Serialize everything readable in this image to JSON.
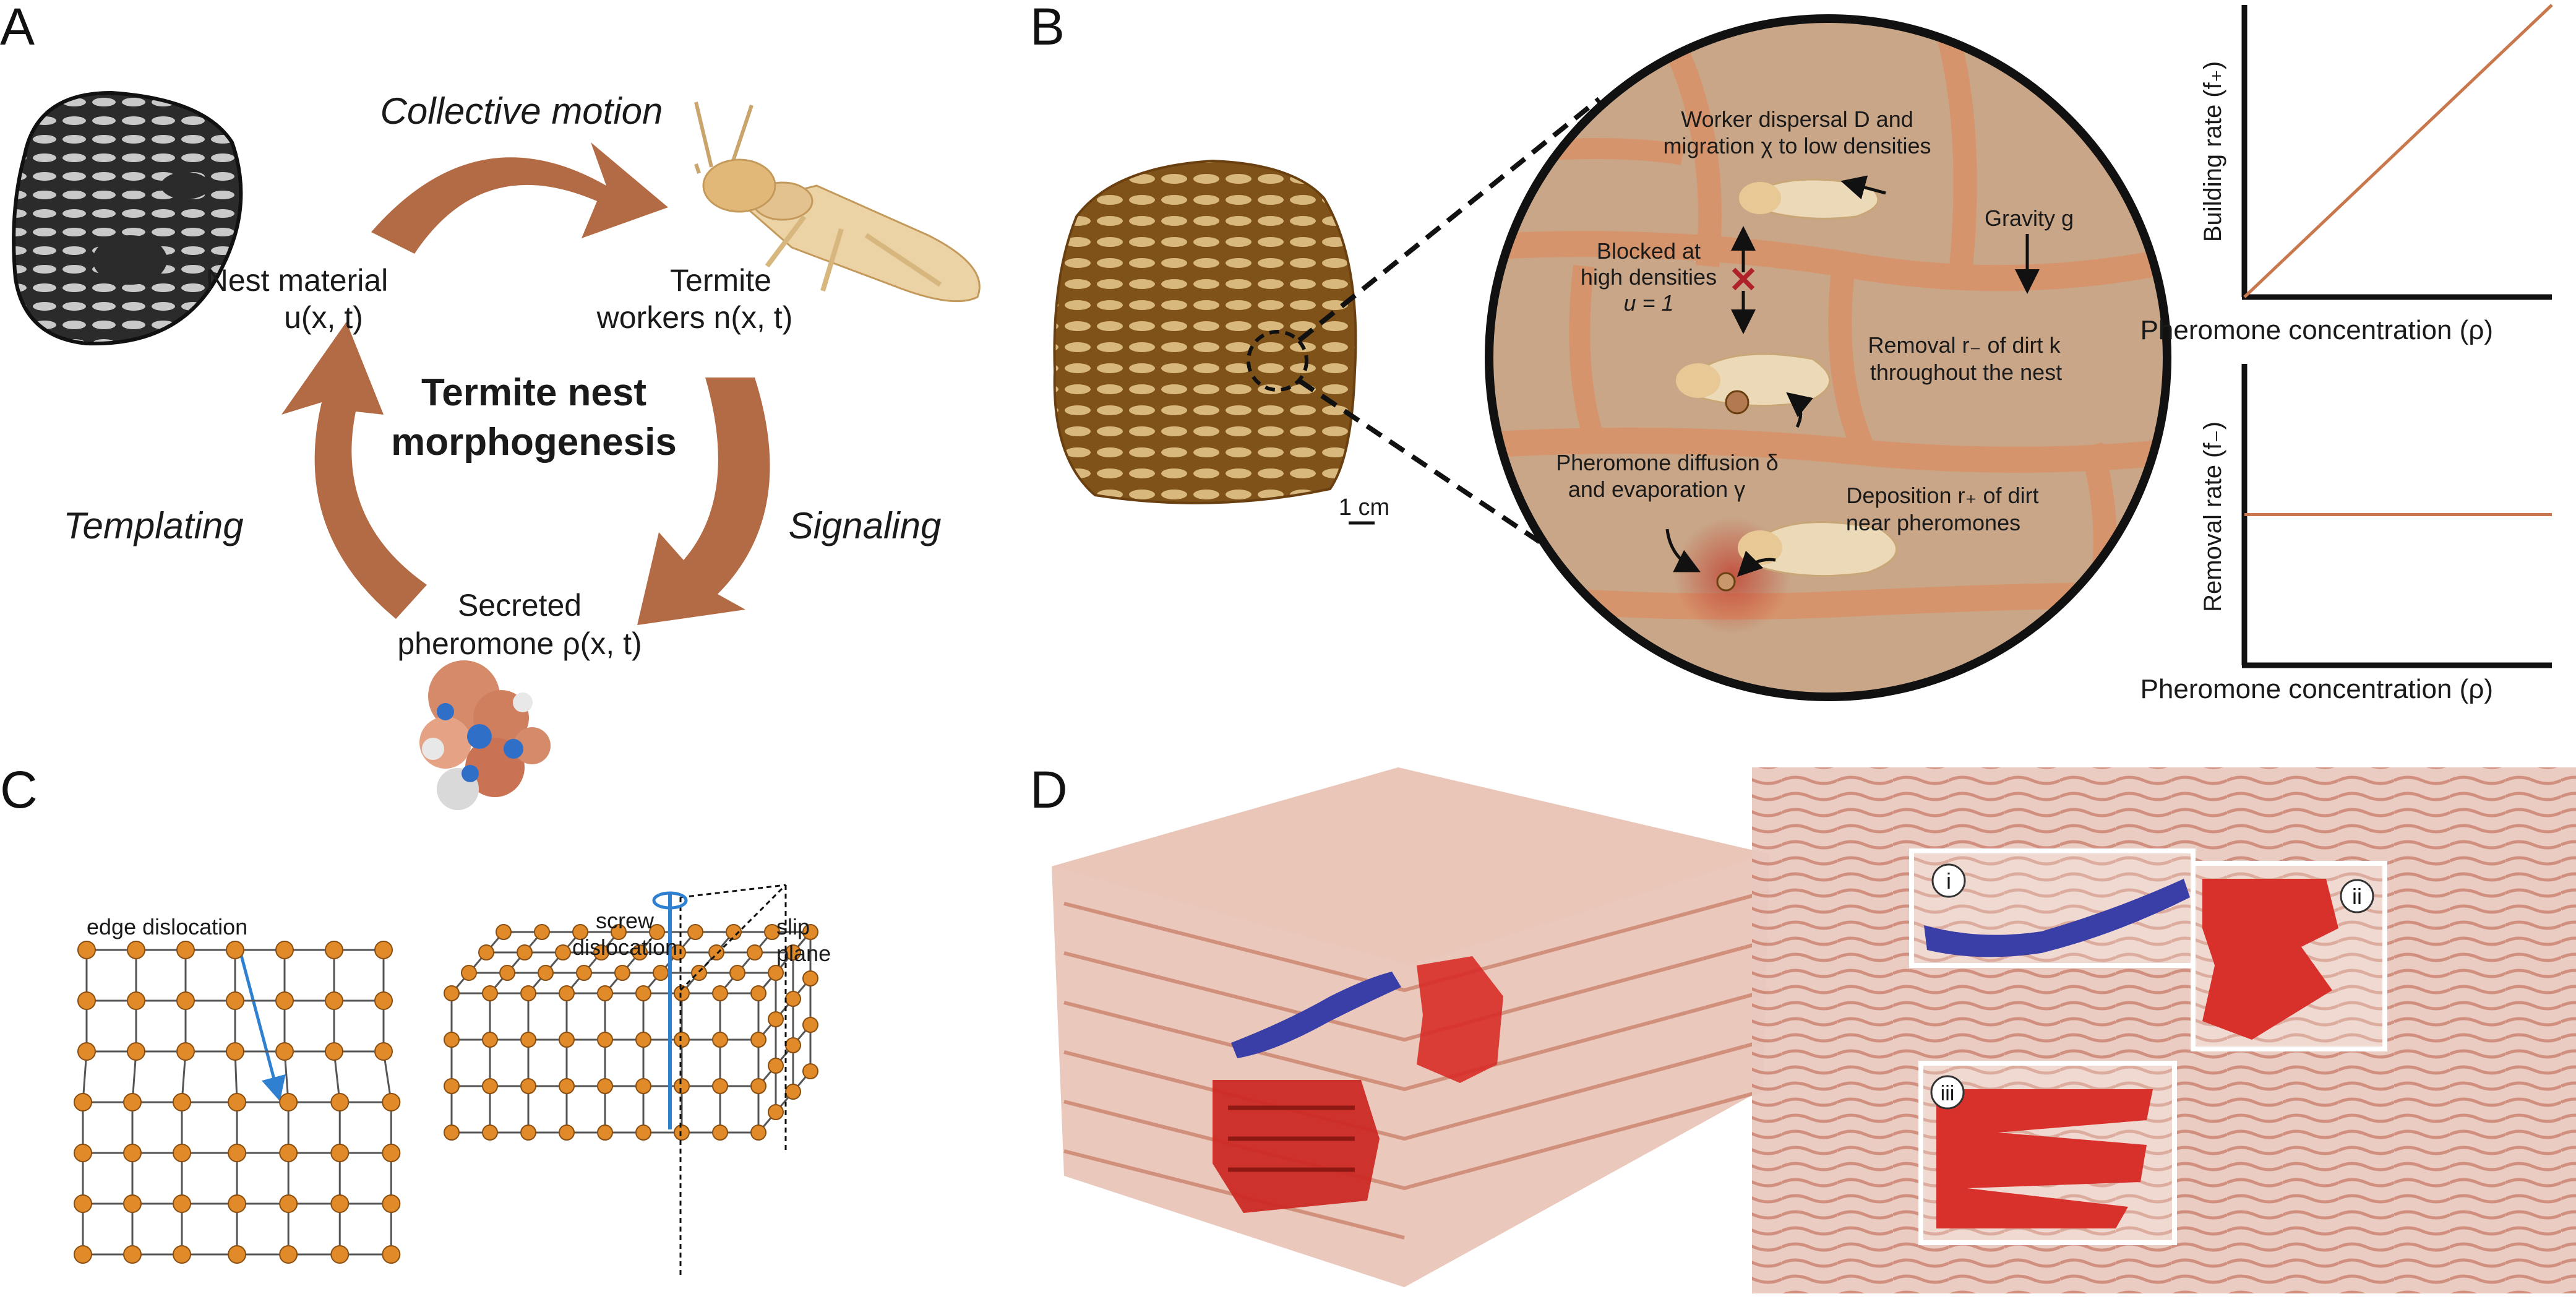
{
  "panels": {
    "A": {
      "letter": "A",
      "center_title_line1": "Termite nest",
      "center_title_line2": "morphogenesis",
      "process_labels": [
        "Collective motion",
        "Signaling",
        "Templating"
      ],
      "nest_material": {
        "line1": "Nest material",
        "line2": "u(x, t)"
      },
      "termite_workers": {
        "line1": "Termite",
        "line2": "workers n(x, t)"
      },
      "pheromone": {
        "line1": "Secreted",
        "line2": "pheromone ρ(x, t)"
      },
      "arrow_color": "#b36b45"
    },
    "B": {
      "letter": "B",
      "scale_bar": "1 cm",
      "annotations": {
        "dispersal_1": "Worker dispersal D and",
        "dispersal_2": "migration χ to low densities",
        "gravity": "Gravity g",
        "blocked_1": "Blocked at",
        "blocked_2": "high densities",
        "blocked_3": "u = 1",
        "removal_1": "Removal r₋ of dirt k",
        "removal_2": "throughout the nest",
        "diffusion_1": "Pheromone diffusion δ",
        "diffusion_2": "and evaporation γ",
        "deposition_1": "Deposition r₊ of dirt",
        "deposition_2": "near pheromones"
      },
      "circle_bg_color": "#c9a687",
      "tunnel_color": "#d6946c",
      "nest_color": "#8a5a22"
    },
    "C": {
      "letter": "C",
      "edge_label": "edge dislocation",
      "screw_label_1": "screw",
      "screw_label_2": "dislocation",
      "slip_label_1": "slip",
      "slip_label_2": "plane",
      "node_color": "#e08a2a",
      "vector_color": "#2f80d0"
    },
    "D": {
      "letter": "D",
      "inset_labels": [
        "i",
        "ii",
        "iii"
      ],
      "blue_color": "#3a3fa8",
      "red_color": "#d8302a"
    }
  },
  "chart_data": [
    {
      "type": "line",
      "ylabel": "Building rate (f₊)",
      "xlabel": "Pheromone concentration (ρ)",
      "x": [
        0,
        1
      ],
      "y": [
        0,
        1
      ],
      "line_color": "#c8784c"
    },
    {
      "type": "line",
      "ylabel": "Removal rate (f₋)",
      "xlabel": "Pheromone concentration (ρ)",
      "x": [
        0,
        1
      ],
      "y": [
        0.5,
        0.5
      ],
      "line_color": "#c8784c"
    }
  ]
}
